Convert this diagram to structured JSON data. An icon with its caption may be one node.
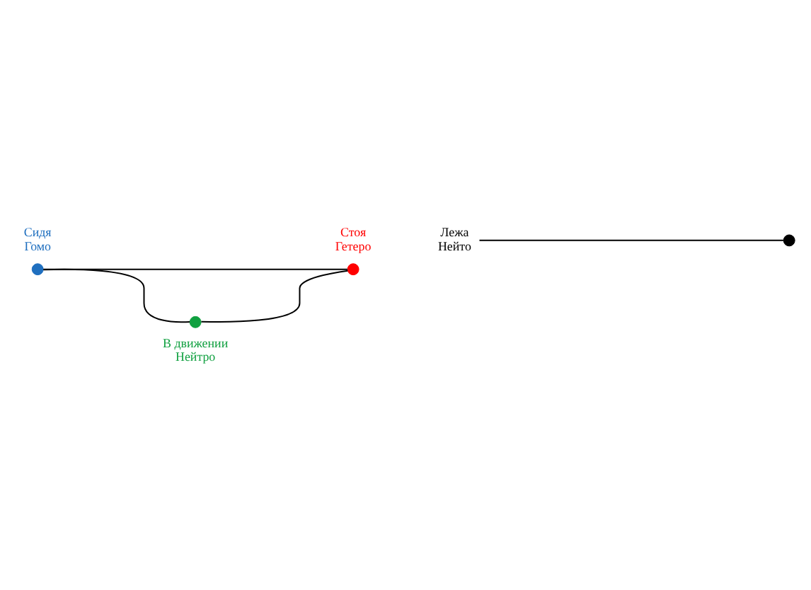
{
  "diagram": {
    "nodes": [
      {
        "text": [],
        "shape": "circle",
        "beside": [
          "Сидя Гомо"
        ]
      },
      {
        "text": [],
        "shape": "circle",
        "beside": [
          "Стоя Гетеро"
        ]
      },
      {
        "text": [],
        "shape": "circle"
      },
      {
        "text": [
          "Лежа Нейто"
        ]
      },
      {
        "text": [],
        "shape": "circle",
        "beside": [
          "В движении Нейтро"
        ]
      }
    ],
    "edges": [
      {
        "from": 0,
        "to": 1,
        "arrow": "none"
      },
      {
        "from": 0,
        "to": 4,
        "arrow": "none"
      },
      {
        "from": 1,
        "to": 4,
        "arrow": "none"
      },
      {
        "from": 3,
        "to": 2,
        "arrow": "none"
      }
    ]
  }
}
